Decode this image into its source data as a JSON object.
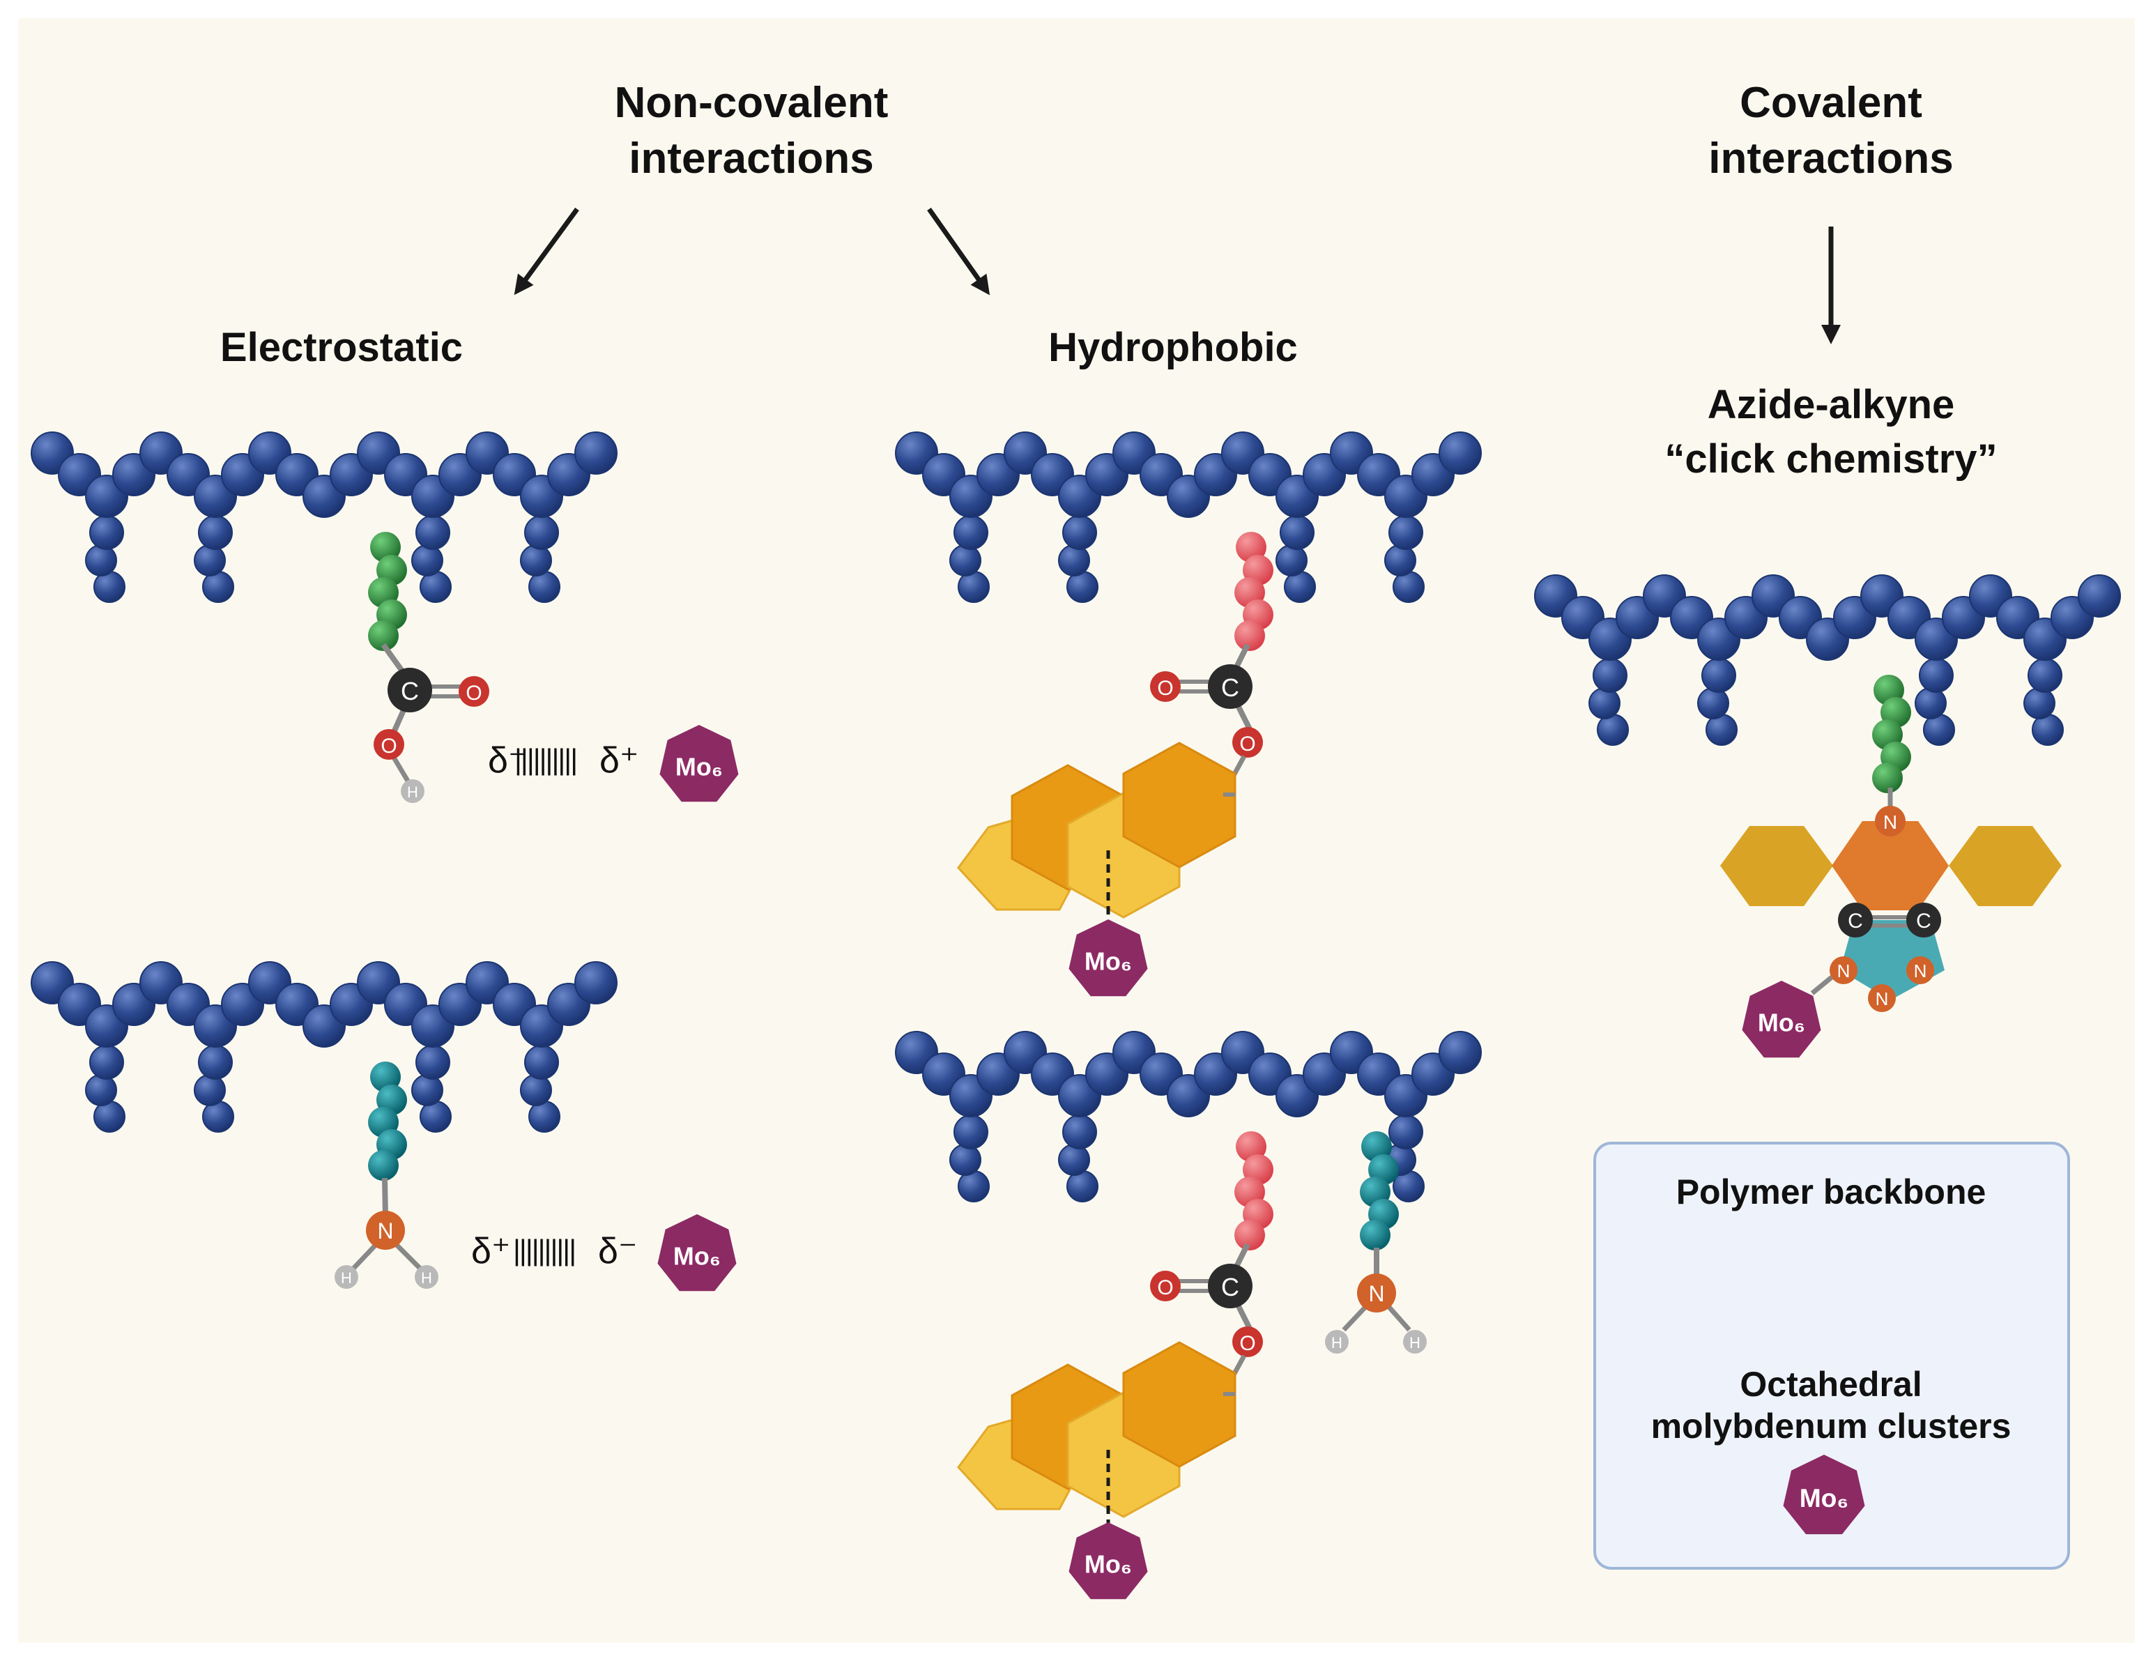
{
  "headings": {
    "noncovalent_line1": "Non-covalent",
    "noncovalent_line2": "interactions",
    "covalent_line1": "Covalent",
    "covalent_line2": "interactions",
    "electrostatic": "Electrostatic",
    "hydrophobic": "Hydrophobic",
    "click_line1": "Azide-alkyne",
    "click_line2": "“click chemistry”"
  },
  "legend": {
    "backbone": "Polymer backbone",
    "clusters_line1": "Octahedral",
    "clusters_line2": "molybdenum clusters"
  },
  "cluster_label": "Mo₆",
  "atoms": {
    "carbon": "C",
    "oxygen": "O",
    "hydrogen": "H",
    "nitrogen": "N"
  },
  "charges": {
    "delta_minus": "δ⁻",
    "delta_plus": "δ⁺",
    "interaction_line": "||||||||||"
  },
  "colors": {
    "background": "#fbf9ef",
    "backbone": "#2d4a91",
    "green_linker": "#2e8b3e",
    "teal_linker": "#0c7a82",
    "pink_linker": "#e8565e",
    "carbon": "#2b2b2b",
    "oxygen": "#c9342e",
    "hydrogen": "#b9b9b9",
    "nitrogen": "#d1622a",
    "cluster": "#8c2a64",
    "ring_dark": "#e89a14",
    "ring_light": "#f4c542",
    "click_side": "#d9a325",
    "click_center": "#e07a2c",
    "triazole": "#4aaab3",
    "legend_bg": "#eef3fb",
    "legend_border": "#9fb6d8"
  }
}
